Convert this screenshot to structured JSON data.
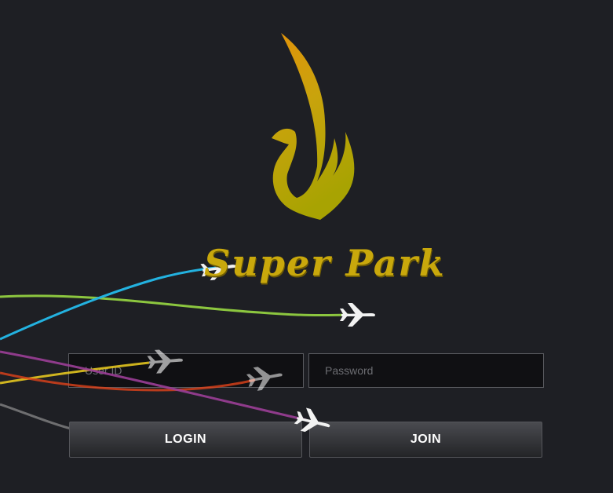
{
  "brand": {
    "name": "Super Park",
    "logo_icon": "phoenix-wing-icon",
    "accent_color": "#c9a80c"
  },
  "login_form": {
    "user_id_placeholder": "User ID",
    "password_placeholder": "Password",
    "login_label": "LOGIN",
    "join_label": "JOIN"
  },
  "decor": {
    "plane_icon": "airplane-icon",
    "trail_colors": [
      "#23b2e0",
      "#8cc63f",
      "#f0d020",
      "#e0421a",
      "#9b3e97",
      "#6e6e70"
    ]
  }
}
